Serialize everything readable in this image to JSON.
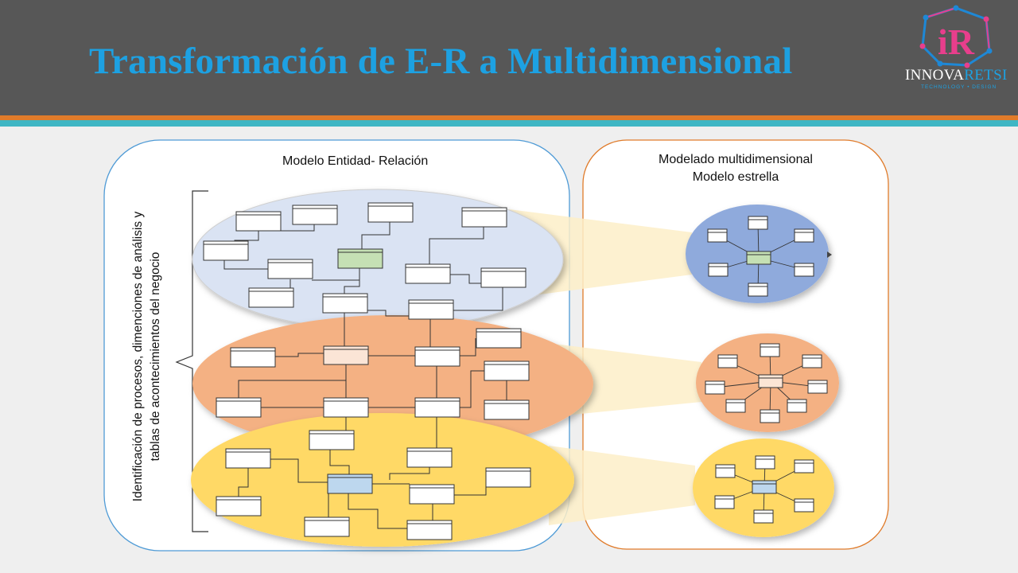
{
  "slide": {
    "title": "Transformación de E-R a Multidimensional"
  },
  "logo": {
    "letters": "iR",
    "brand_main": "INNOVA",
    "brand_accent": "RETSI",
    "tagline": "TECHNOLOGY • DESIGN"
  },
  "diagram": {
    "er_label": "Modelo Entidad- Relación",
    "md_label_line1": "Modelado multidimensional",
    "md_label_line2": "Modelo estrella",
    "vertical_label_line1": "Identificación de procesos,  dimenciones de análisis y",
    "vertical_label_line2": "tablas de acontecimientos  del negocio"
  },
  "colors": {
    "header_bg": "#575757",
    "title_blue": "#1da1e2",
    "stripe_orange": "#e07b2a",
    "stripe_teal": "#3fb6c4",
    "blue_ellipse": "#dae3f3",
    "orange_ellipse": "#f4b183",
    "yellow_ellipse": "#ffd966",
    "star_blue": "#8faadc",
    "fact_green": "#c5e0b4",
    "fact_peach": "#fbe5d6",
    "fact_blue": "#bdd7ee"
  }
}
